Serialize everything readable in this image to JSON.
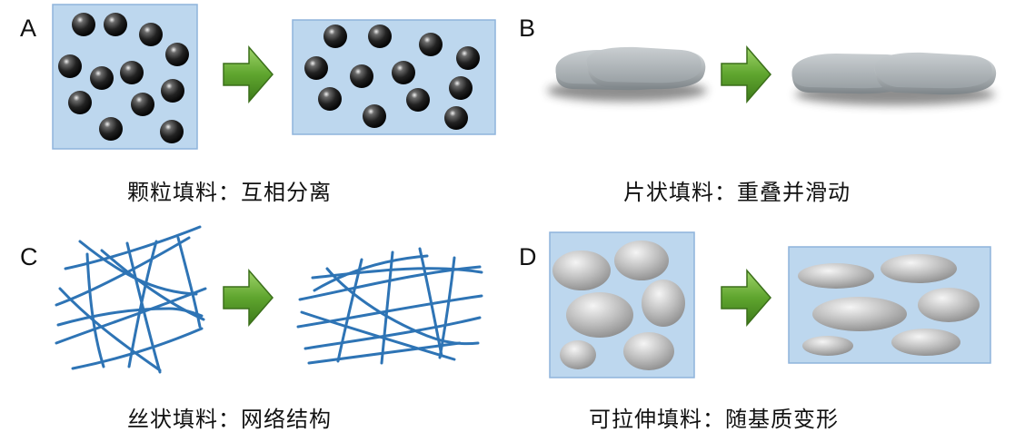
{
  "panels": [
    {
      "letter": "A",
      "caption": "颗粒填料：互相分离"
    },
    {
      "letter": "B",
      "caption": "片状填料：重叠并滑动"
    },
    {
      "letter": "C",
      "caption": "丝状填料：网络结构"
    },
    {
      "letter": "D",
      "caption": "可拉伸填料：随基质变形"
    }
  ],
  "colors": {
    "box_fill": "#bdd7ee",
    "box_stroke": "#8eb4dc",
    "arrow_green": "#5aa12a",
    "fiber_blue": "#2e74b5",
    "sphere_dark": "#1e1e1e",
    "plate_gray": "#aeb4b8",
    "droplet_gray": "#c0c0c0"
  }
}
